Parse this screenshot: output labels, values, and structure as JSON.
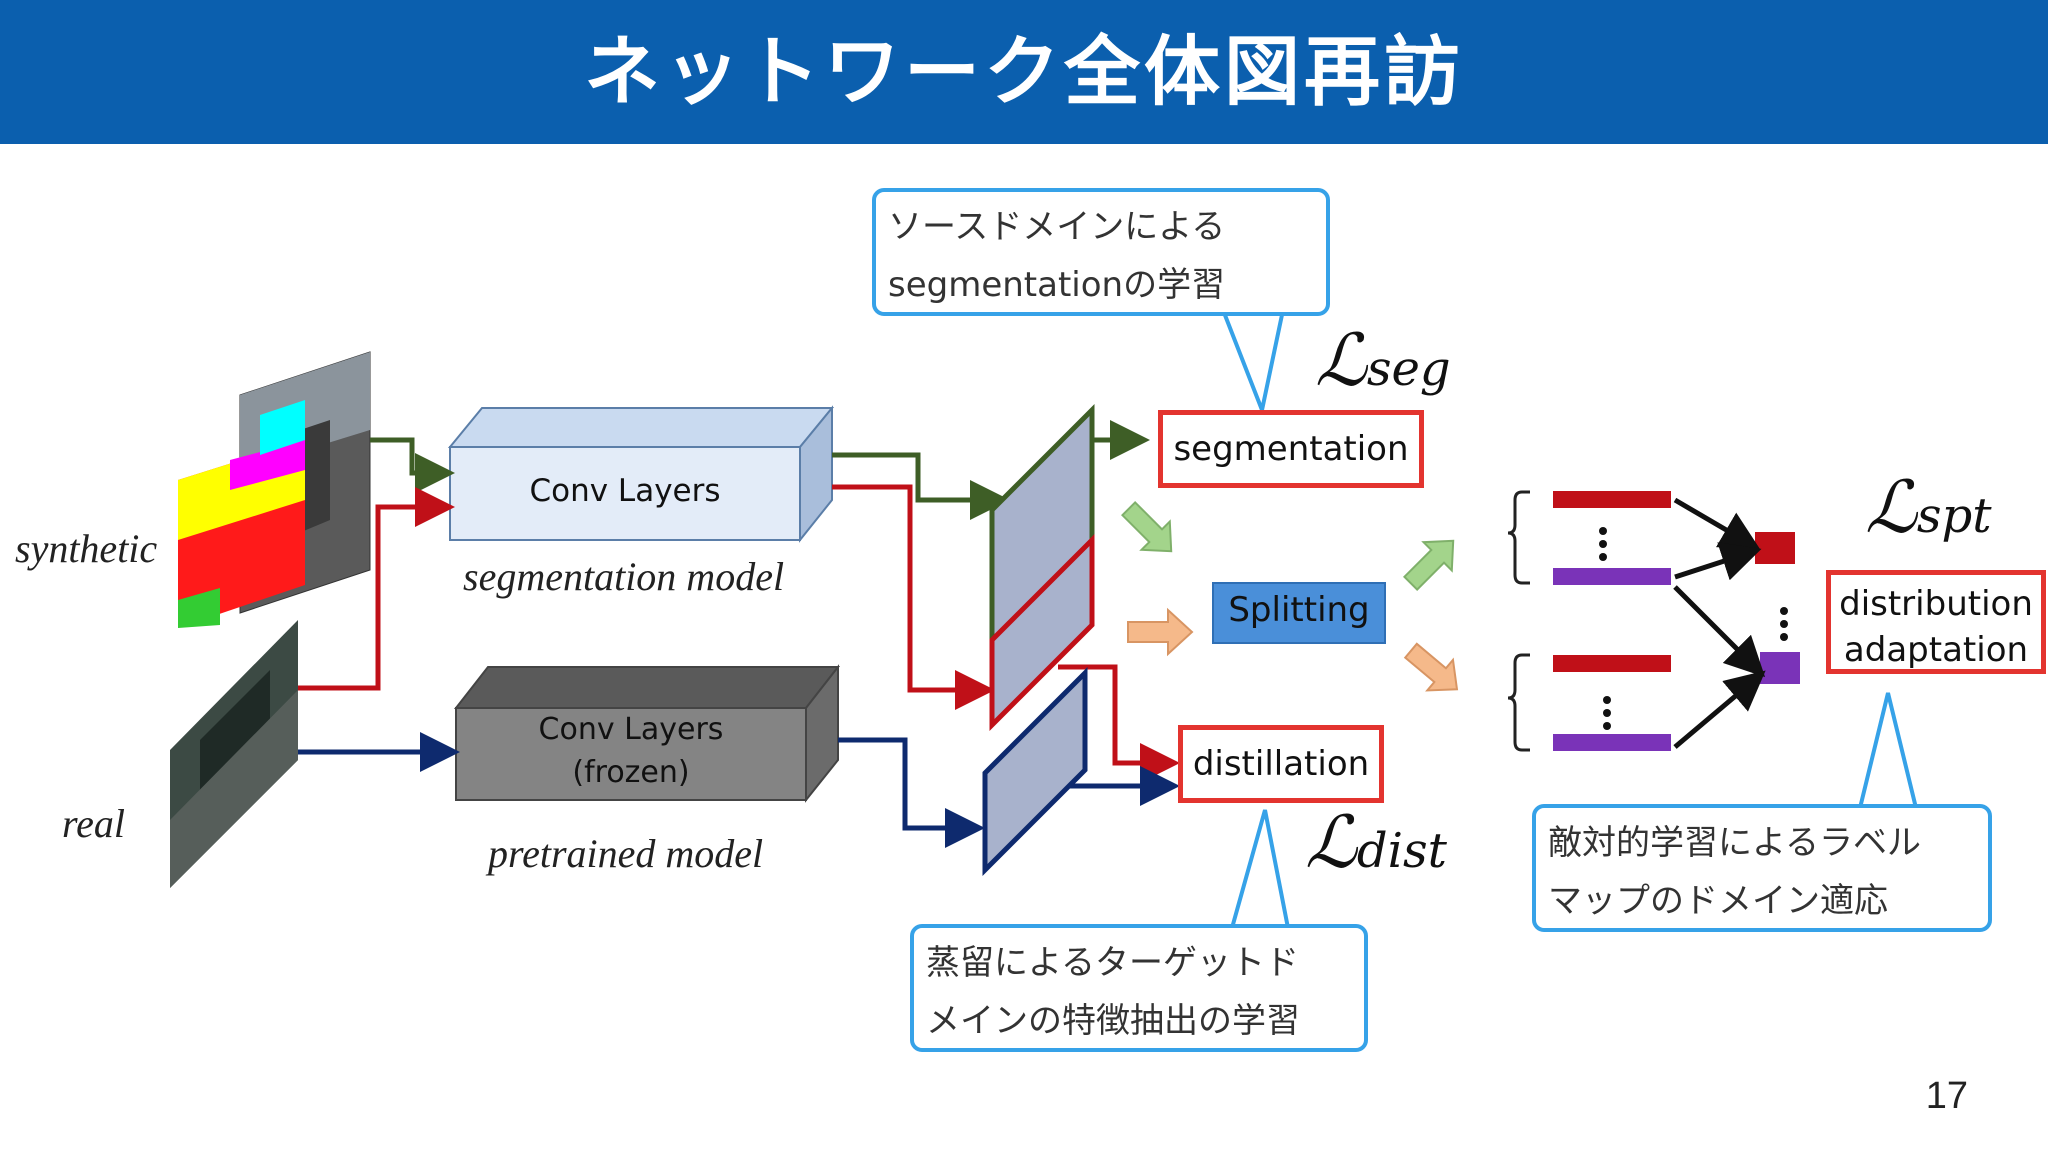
{
  "title": "ネットワーク全体図再訪",
  "inputs": {
    "synthetic": "synthetic",
    "real": "real"
  },
  "models": {
    "segmentation": {
      "box": "Conv Layers",
      "caption": "segmentation model"
    },
    "pretrained": {
      "box_line1": "Conv Layers",
      "box_line2": "(frozen)",
      "caption": "pretrained model"
    }
  },
  "outputs": {
    "segmentation": "segmentation",
    "splitting": "Splitting",
    "distillation": "distillation",
    "distribution_line1": "distribution",
    "distribution_line2": "adaptation"
  },
  "losses": {
    "seg": {
      "symbol": "ℒ",
      "sub": "seg"
    },
    "dist": {
      "symbol": "ℒ",
      "sub": "dist"
    },
    "spt": {
      "symbol": "ℒ",
      "sub": "spt"
    }
  },
  "callouts": {
    "source": {
      "line1": "ソースドメインによる",
      "line2": "segmentationの学習"
    },
    "distill": {
      "line1": "蒸留によるターゲットド",
      "line2": "メインの特徴抽出の学習"
    },
    "adv": {
      "line1": "敵対的学習によるラベル",
      "line2": "マップのドメイン適応"
    }
  },
  "colors": {
    "header": "#0b5fae",
    "green": "#3e5e26",
    "red": "#c01018",
    "navy": "#0e2a6e",
    "callout_border": "#36a2e8",
    "red_box": "#e3342f",
    "purple": "#7a33b8"
  },
  "page_number": "17"
}
